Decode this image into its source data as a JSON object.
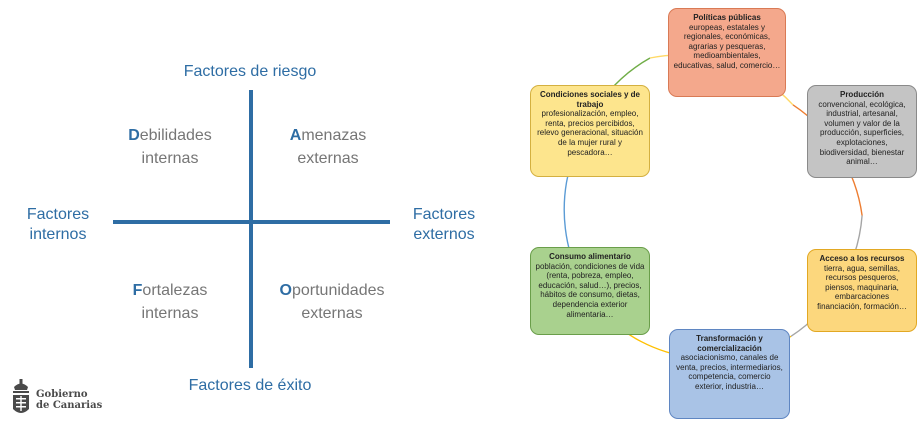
{
  "swot": {
    "top_label": "Factores de riesgo",
    "bottom_label": "Factores de éxito",
    "left_label_1": "Factores",
    "left_label_2": "internos",
    "right_label_1": "Factores",
    "right_label_2": "externos",
    "quadrants": [
      {
        "initial": "D",
        "rest": "ebilidades",
        "line2": "internas"
      },
      {
        "initial": "A",
        "rest": "menazas",
        "line2": "externas"
      },
      {
        "initial": "F",
        "rest": "ortalezas",
        "line2": "internas"
      },
      {
        "initial": "O",
        "rest": "portunidades",
        "line2": "externas"
      }
    ],
    "axis_color": "#2e6da4"
  },
  "logo": {
    "line1": "Gobierno",
    "line2": "de Canarias"
  },
  "cycle": {
    "boxes": [
      {
        "title": "Políticas públicas",
        "body": "europeas, estatales y regionales, económicas, agrarias y pesqueras, medioambientales, educativas, salud, comercio…",
        "fill": "#f4a88c",
        "border": "#d97a55"
      },
      {
        "title": "Producción",
        "body": "convencional, ecológica, industrial, artesanal, volumen y valor de la producción, superficies, explotaciones, biodiversidad, bienestar animal…",
        "fill": "#c4c4c4",
        "border": "#8a8a8a"
      },
      {
        "title": "Acceso a los recursos",
        "body": "tierra, agua, semillas, recursos pesqueros, piensos, maquinaria, embarcaciones financiación, formación…",
        "fill": "#fcd77d",
        "border": "#e2a823"
      },
      {
        "title": "Transformación y comercialización",
        "body": "asociacionismo, canales de venta, precios, intermediarios, competencia, comercio exterior, industria…",
        "fill": "#a9c3e6",
        "border": "#5f86c2"
      },
      {
        "title": "Consumo alimentario",
        "body": "población, condiciones de vida (renta, pobreza, empleo, educación, salud…), precios, hábitos de consumo, dietas, dependencia exterior alimentaria…",
        "fill": "#a9d18e",
        "border": "#6a9e4a"
      },
      {
        "title": "Condiciones sociales y de trabajo",
        "body": "profesionalización, empleo, renta, precios percibidos, relevo generacional, situación de la mujer rural y pescadora…",
        "fill": "#fde58d",
        "border": "#d4b040"
      }
    ],
    "arc_colors": [
      "#ed7d31",
      "#a5a5a5",
      "#ffc000",
      "#5b9bd5",
      "#70ad47",
      "#ffd966"
    ]
  }
}
